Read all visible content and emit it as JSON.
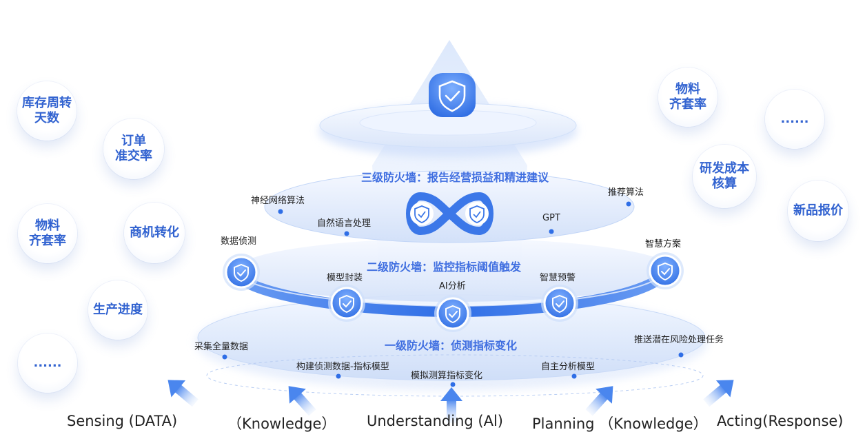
{
  "left_metrics": [
    {
      "line1": "库存周转",
      "line2": "天数"
    },
    {
      "line1": "订单",
      "line2": "准交率"
    },
    {
      "line1": "物料",
      "line2": "齐套率"
    },
    {
      "line1": "商机转化",
      "line2": ""
    },
    {
      "line1": "生产进度",
      "line2": ""
    },
    {
      "line1": "......",
      "line2": ""
    }
  ],
  "right_metrics": [
    {
      "line1": "物料",
      "line2": "齐套率"
    },
    {
      "line1": "......",
      "line2": ""
    },
    {
      "line1": "研发成本",
      "line2": "核算"
    },
    {
      "line1": "新品报价",
      "line2": ""
    }
  ],
  "tiers": {
    "level3": {
      "title": "三级防火墙：报告经营损益和精进建议",
      "tags": [
        "神经网络算法",
        "自然语言处理",
        "GPT",
        "推荐算法"
      ]
    },
    "level2": {
      "title": "二级防火墙：监控指标阈值触发",
      "tags": [
        "数据侦测",
        "模型封装",
        "AI分析",
        "智慧预警",
        "智慧方案"
      ]
    },
    "level1": {
      "title": "一级防火墙：侦测指标变化",
      "tags": [
        "采集全量数据",
        "构建侦测数据-指标模型",
        "模拟测算指标变化",
        "自主分析模型",
        "推送潜在风险处理任务"
      ]
    }
  },
  "steps": [
    "Sensing (DATA)",
    "（Knowledge）",
    "Understanding (Al)",
    "Planning （Knowledge）",
    "Acting(Response)"
  ],
  "colors": {
    "accent": "#3f6ee0",
    "shield": "#3d7cf0",
    "ring": "#4b84ec",
    "disc": "#dfe9fb"
  },
  "icons": {
    "shield": "shield-check-icon",
    "infinity": "infinity-shield-icon",
    "arrow": "arrow-up-icon"
  }
}
